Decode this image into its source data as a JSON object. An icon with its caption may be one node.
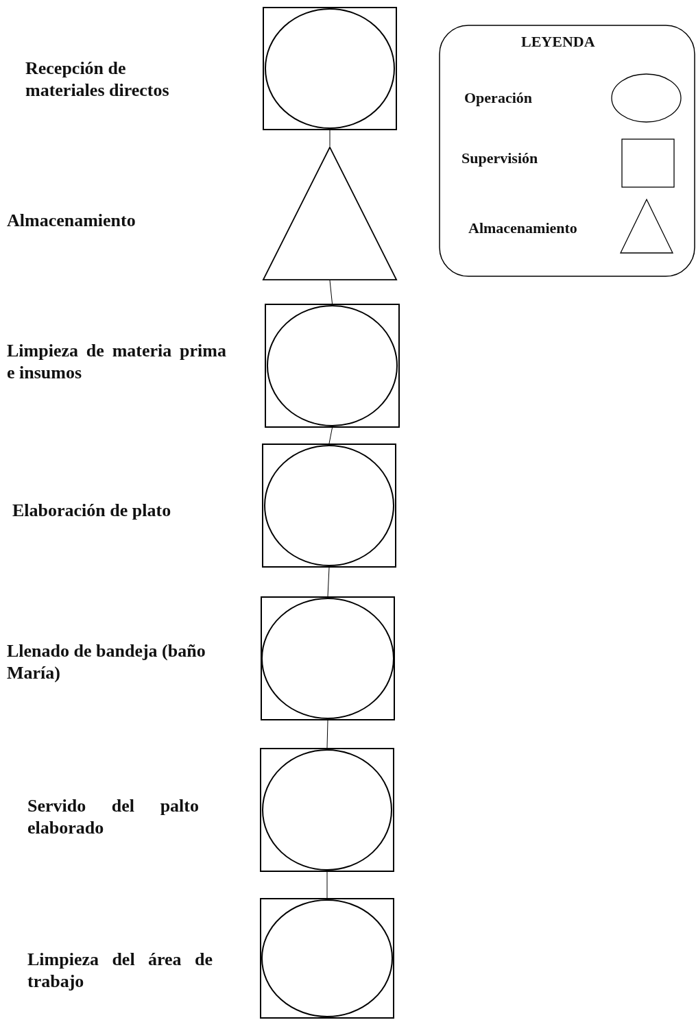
{
  "diagram": {
    "nodes": [
      {
        "text": [],
        "shape": "box"
      },
      {
        "text": [],
        "shape": "circle",
        "in": 0
      },
      {
        "text": [],
        "shape": "triangle"
      },
      {
        "text": [],
        "shape": "box"
      },
      {
        "text": [],
        "shape": "circle",
        "in": 3
      },
      {
        "text": [],
        "shape": "box"
      },
      {
        "text": [],
        "shape": "circle",
        "in": 5
      },
      {
        "text": [],
        "shape": "box"
      },
      {
        "text": [],
        "shape": "circle",
        "in": 7
      },
      {
        "text": [],
        "shape": "box"
      },
      {
        "text": [],
        "shape": "circle",
        "in": 9
      },
      {
        "text": [],
        "shape": "box"
      },
      {
        "text": [],
        "shape": "circle",
        "in": 11
      }
    ],
    "edges": [
      {
        "from": 0,
        "to": 2,
        "arrow": "none"
      },
      {
        "from": 2,
        "to": 3,
        "arrow": "none"
      },
      {
        "from": 3,
        "to": 5,
        "arrow": "none"
      },
      {
        "from": 5,
        "to": 7,
        "arrow": "none"
      },
      {
        "from": 7,
        "to": 9,
        "arrow": "none"
      },
      {
        "from": 9,
        "to": 11,
        "arrow": "none"
      }
    ],
    "labels": [
      "LEYENDA",
      "Recepción de materiales directos",
      "Almacenamiento",
      "Limpieza de materia prima e insumos",
      "Elaboración de plato",
      "Llenado de bandeja (baño María)",
      "Servido del palto elaborado",
      "Limpieza del área de trabajo"
    ],
    "legend": [
      {
        "text": "Operación"
      },
      {
        "text": "Supervisión"
      },
      {
        "text": "Almacenamiento"
      }
    ]
  }
}
